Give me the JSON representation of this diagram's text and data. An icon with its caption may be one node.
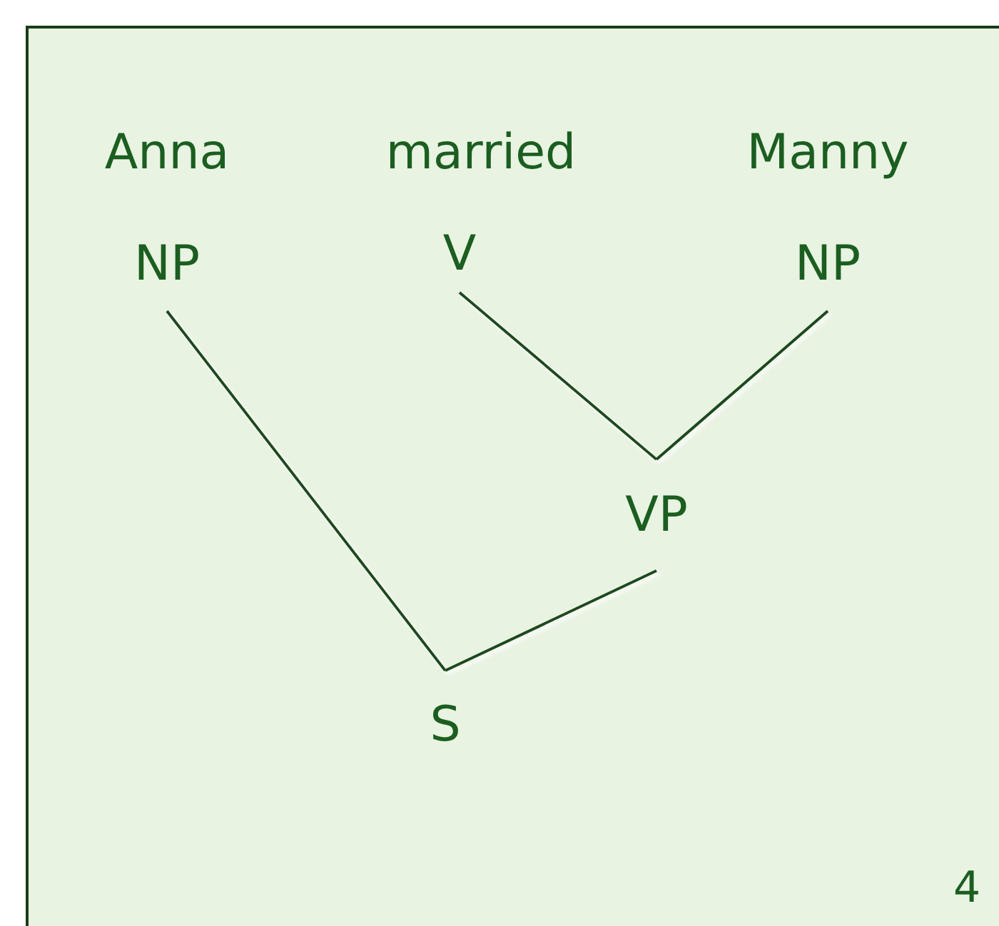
{
  "diagram": {
    "nodes": [
      {
        "text": [
          "NP"
        ],
        "beside": [
          "Anna"
        ]
      },
      {
        "text": [
          "V"
        ],
        "beside": [
          "married"
        ]
      },
      {
        "text": [
          "NP"
        ],
        "beside": [
          "Manny"
        ]
      },
      {
        "text": [
          "VP"
        ]
      },
      {
        "text": [
          "S"
        ]
      }
    ],
    "edges": [
      {
        "from": 0,
        "to": 4,
        "arrow": "none"
      },
      {
        "from": 1,
        "to": 3,
        "arrow": "none"
      },
      {
        "from": 2,
        "to": 3,
        "arrow": "none"
      },
      {
        "from": 3,
        "to": 4,
        "arrow": "none"
      }
    ],
    "labels": [
      "4"
    ]
  }
}
